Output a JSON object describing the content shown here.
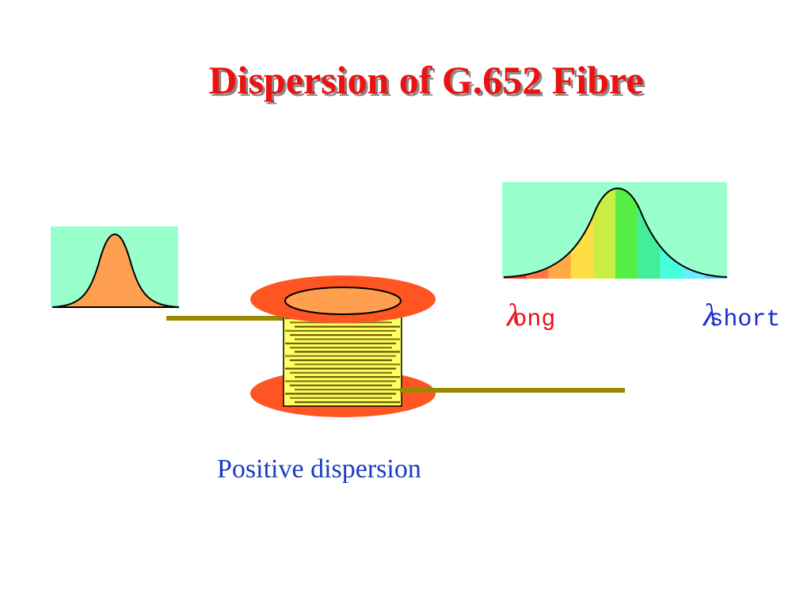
{
  "slide": {
    "title": "Dispersion of G.652 Fibre",
    "caption": "Positive dispersion"
  },
  "labels": {
    "long_symbol": "λ",
    "long_suffix": "ong",
    "short_symbol": "λ",
    "short_suffix": "short"
  },
  "colors": {
    "title": "#ee1111",
    "caption": "#1a3cc0",
    "panel_background": "#99ffcc",
    "input_pulse": "#ffa050",
    "spool_flange": "#ff5522",
    "spool_coil": "#ffff66",
    "fibre": "#998800",
    "spectrum": [
      "#ff3333",
      "#ff7744",
      "#ffaa44",
      "#ffdd44",
      "#ccee44",
      "#55ee44",
      "#44ee99",
      "#44ffdd",
      "#66eeff",
      "#66ccff"
    ]
  }
}
